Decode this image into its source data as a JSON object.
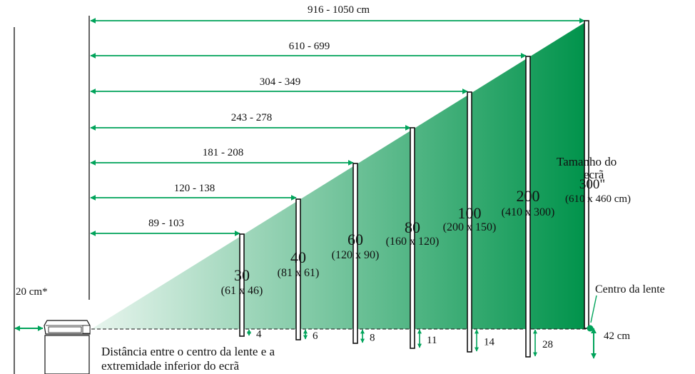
{
  "colors": {
    "beam_start": "#e8f5ee",
    "beam_end": "#00934b",
    "arrow": "#00a35a",
    "screen_bar": "#111111"
  },
  "wall_clearance": "20 cm*",
  "ruler_label": "Distância entre o centro da lente e a extremidade inferior do ecrã",
  "ruler_label_lines": [
    "Distância entre o centro da lente e a",
    "extremidade inferior do ecrã"
  ],
  "lens_center_label": "Centro da lente",
  "screen_size_title": [
    "Tamanho do",
    "ecrã"
  ],
  "screens": [
    {
      "size": "30",
      "dims": "(61 x 46)",
      "distance": "89 - 103",
      "offset": "4"
    },
    {
      "size": "40",
      "dims": "(81 x 61)",
      "distance": "120 - 138",
      "offset": "6"
    },
    {
      "size": "60",
      "dims": "(120 x 90)",
      "distance": "181 - 208",
      "offset": "8"
    },
    {
      "size": "80",
      "dims": "(160 x 120)",
      "distance": "243 - 278",
      "offset": "11"
    },
    {
      "size": "100",
      "dims": "(200 x 150)",
      "distance": "304 - 349",
      "offset": "14"
    },
    {
      "size": "200",
      "dims": "(410 x 300)",
      "distance": "610 - 699",
      "offset": "28"
    },
    {
      "size": "300\"",
      "dims": "(610 x 460 cm)",
      "distance": "916 - 1050 cm",
      "offset": "42 cm"
    }
  ]
}
